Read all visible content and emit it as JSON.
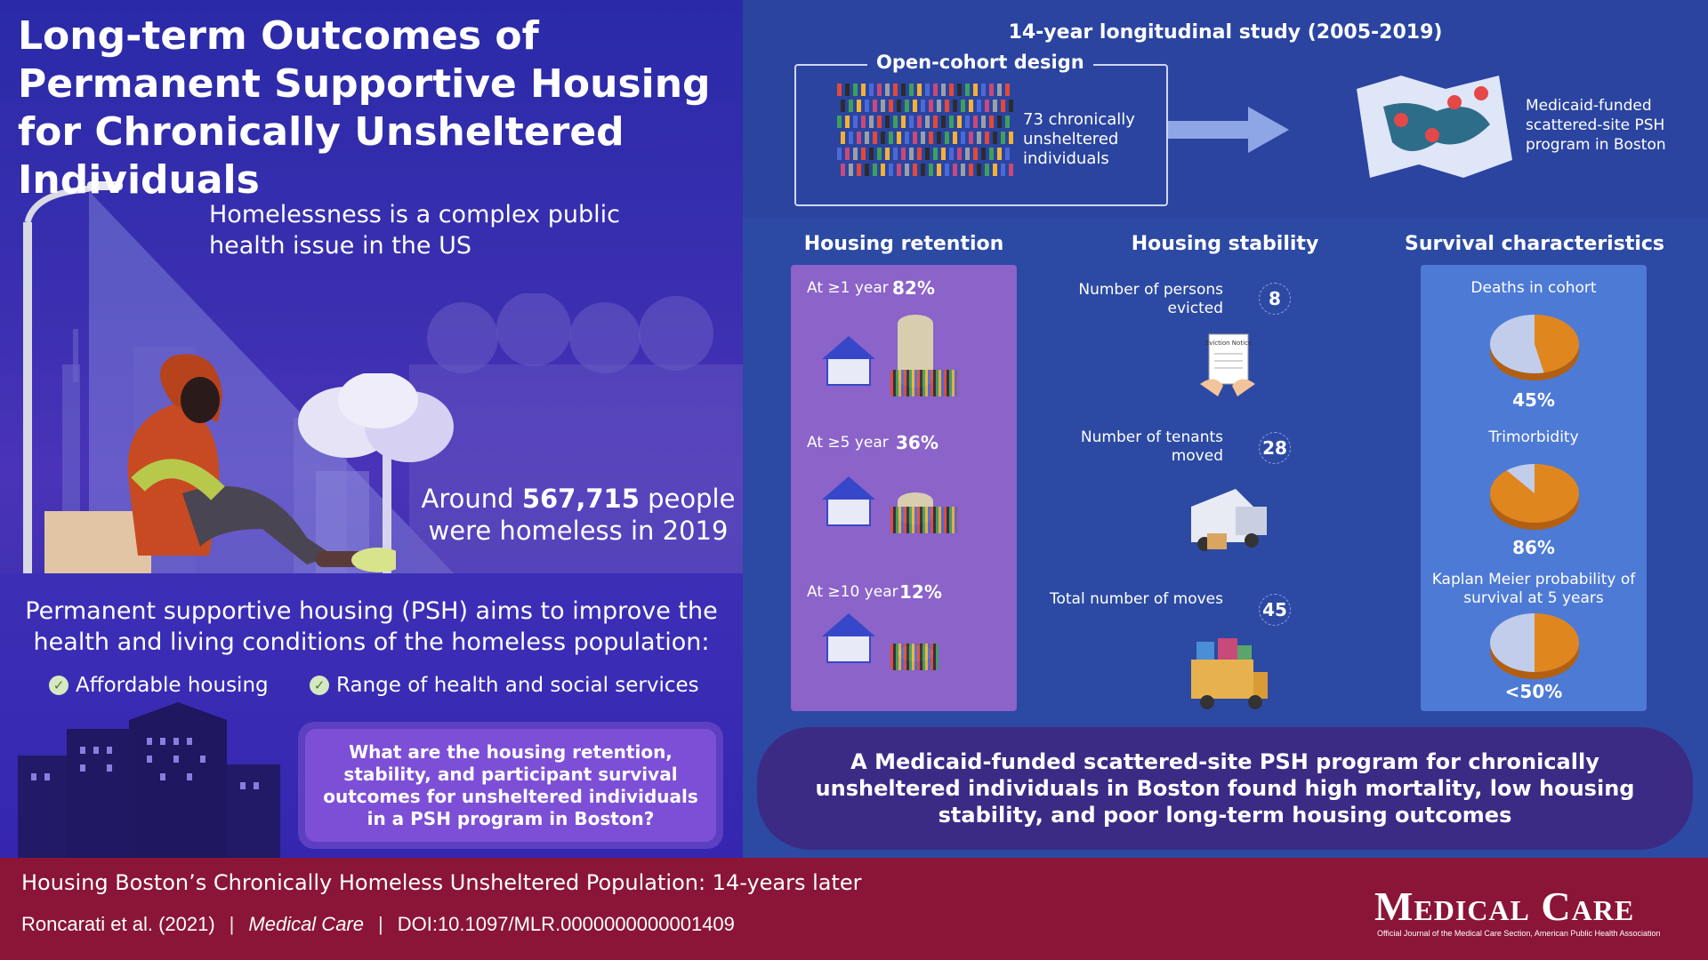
{
  "left": {
    "title": "Long-term Outcomes of Permanent Supportive Housing for Chronically Unsheltered Individuals",
    "lede": "Homelessness is a complex public health issue in the US",
    "count_prefix": "Around",
    "count_value": "567,715",
    "count_suffix": "people were homeless in 2019",
    "psh_aim": "Permanent supportive housing (PSH) aims to improve the health and living conditions of the homeless population:",
    "checks": [
      "Affordable housing",
      "Range of health and social services"
    ],
    "question": "What are the housing retention, stability, and participant survival outcomes for unsheltered individuals in a PSH program in Boston?"
  },
  "study": {
    "title": "14-year longitudinal study (2005-2019)",
    "cohort_label": "Open-cohort design",
    "cohort_desc": "73 chronically unsheltered individuals",
    "program_desc": "Medicaid-funded scattered-site PSH program in Boston"
  },
  "retention": {
    "heading": "Housing retention",
    "rows": [
      {
        "label": "At ≥1 year",
        "value": "82%",
        "pct": 82
      },
      {
        "label": "At ≥5 year",
        "value": "36%",
        "pct": 36
      },
      {
        "label": "At ≥10 year",
        "value": "12%",
        "pct": 12
      }
    ]
  },
  "stability": {
    "heading": "Housing stability",
    "rows": [
      {
        "label": "Number of persons evicted",
        "value": "8",
        "icon": "eviction-notice-icon"
      },
      {
        "label": "Number of tenants moved",
        "value": "28",
        "icon": "moving-van-icon"
      },
      {
        "label": "Total number of moves",
        "value": "45",
        "icon": "moving-truck-icon"
      }
    ],
    "eviction_notice_text": "Eviction Notice"
  },
  "survival": {
    "heading": "Survival characteristics",
    "rows": [
      {
        "label": "Deaths in cohort",
        "value": "45%",
        "pct": 45
      },
      {
        "label": "Trimorbidity",
        "value": "86%",
        "pct": 86
      },
      {
        "label": "Kaplan Meier probability of survival at 5 years",
        "value": "<50%",
        "pct": 50
      }
    ],
    "colors": {
      "filled": "#e0861f",
      "empty": "#c2cdec"
    }
  },
  "conclusion": "A Medicaid-funded scattered-site PSH program for chronically unsheltered individuals in Boston found high mortality, low housing stability, and poor long-term housing outcomes",
  "footer": {
    "title": "Housing Boston’s Chronically Homeless Unsheltered Population: 14-years later",
    "authors": "Roncarati  et al. (2021)",
    "journal": "Medical Care",
    "doi": "DOI:10.1097/MLR.0000000000001409",
    "logo": "Medical Care",
    "logo_sub": "Official Journal of the Medical Care Section, American Public Health Association"
  }
}
